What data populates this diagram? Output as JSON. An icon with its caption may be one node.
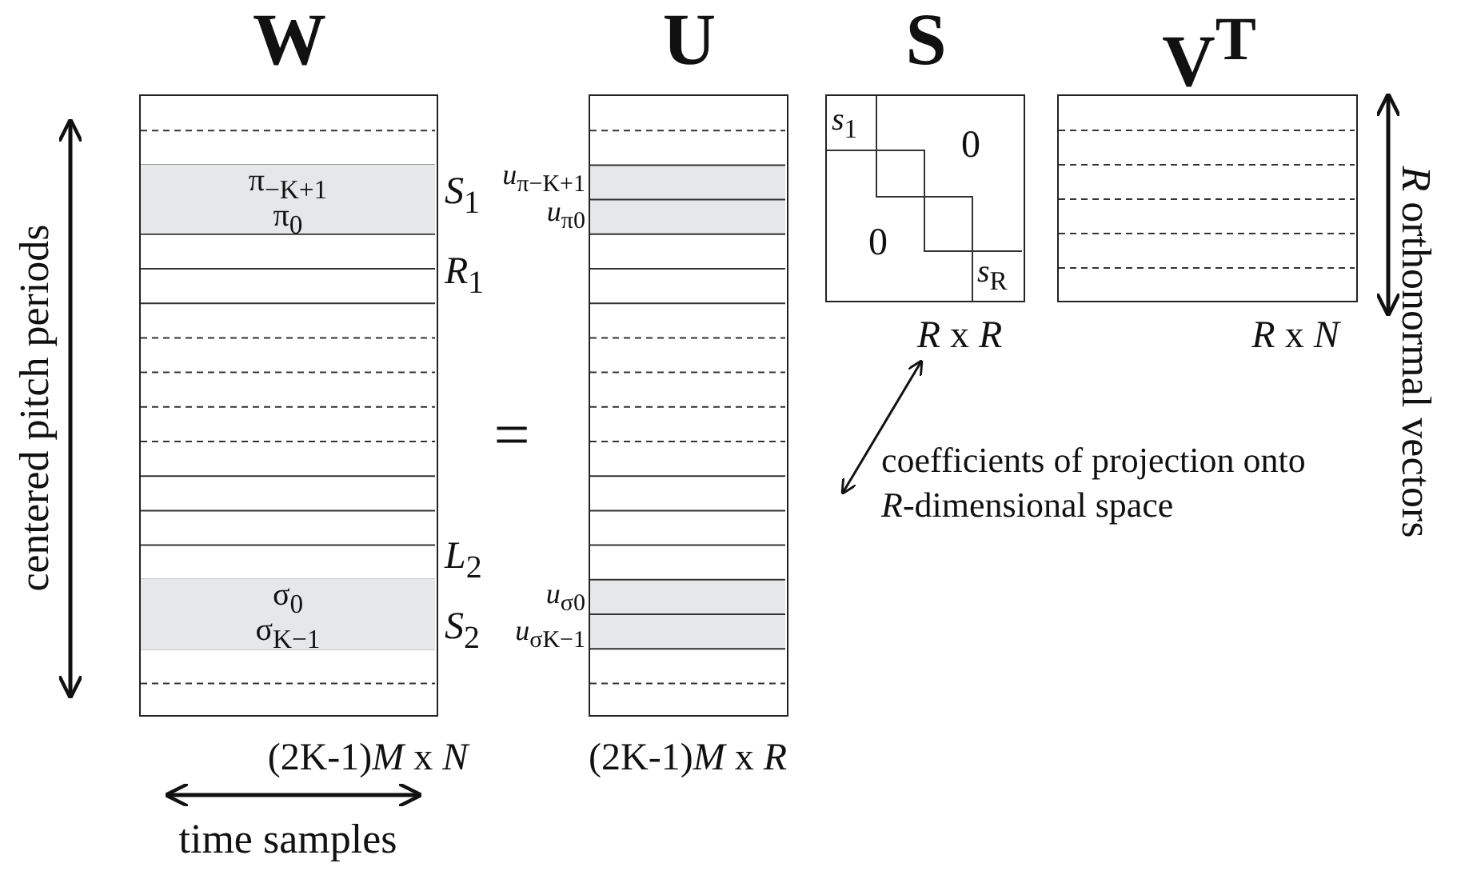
{
  "diagram": {
    "nodes": [
      {
        "text": [
          "W"
        ],
        "beside": [
          "(2K-1)*M* x *N*"
        ]
      },
      {
        "text": [
          "π$_{−K+1}$"
        ],
        "in": 0
      },
      {
        "text": [
          "π$_{0}$"
        ],
        "in": 0
      },
      {
        "text": [
          "σ$_{0}$"
        ],
        "in": 0
      },
      {
        "text": [
          "σ$_{K−1}$"
        ],
        "in": 0
      },
      {
        "text": [
          "U"
        ],
        "beside": [
          "(2K-1)*M* x *R*"
        ]
      },
      {
        "text": [
          "S"
        ],
        "beside": [
          "*R* x *R*"
        ]
      },
      {
        "text": [
          "V$^{T}$"
        ],
        "beside": [
          "*R* x *N*"
        ]
      },
      {
        "text": [
          "coefficients of projection onto *R*-dimensional space"
        ]
      }
    ],
    "edges": [
      {
        "from": 8,
        "to": 6,
        "arrow": "both"
      }
    ],
    "labels": [
      "*S*$_{1}$",
      "*u*$_{π−K+1}$",
      "*u*$_{π0}$",
      "*s*$_{1}$",
      "0",
      "0",
      "*s*$_{R}$",
      "*R* orthonormal vectors",
      "centered pitch periods",
      "*R*$_{1}$",
      "=",
      "*L*$_{2}$",
      "*S*$_{2}$",
      "*u*$_{σ0}$",
      "*u*$_{σK−1}$",
      "time samples"
    ]
  }
}
